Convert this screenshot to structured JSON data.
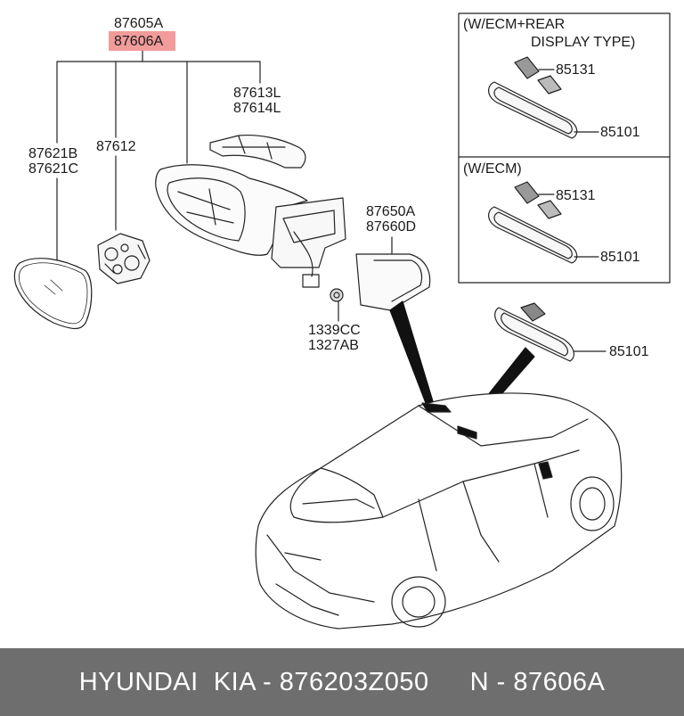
{
  "labels": {
    "assembly_top": "87605A",
    "assembly_highlight": "87606A",
    "glass_1": "87621B",
    "glass_2": "87621C",
    "actuator": "87612",
    "cover_1": "87613L",
    "cover_2": "87614L",
    "cap_1": "87650A",
    "cap_2": "87660D",
    "screw_1": "1339CC",
    "screw_2": "1327AB",
    "inner_mirror": "85101"
  },
  "box_top": {
    "title_line1": "(W/ECM+REAR",
    "title_line2": "DISPLAY TYPE)",
    "cover_part": "85131",
    "mirror_part": "85101"
  },
  "box_bottom": {
    "title": "(W/ECM)",
    "cover_part": "85131",
    "mirror_part": "85101"
  },
  "footer": {
    "brand": "HYUNDAI  KIA - 876203Z050",
    "ref": "N - 87606A"
  },
  "colors": {
    "highlight": "#f08a8a",
    "footer_bg": "#6e6e6e",
    "footer_text": "#ffffff"
  }
}
